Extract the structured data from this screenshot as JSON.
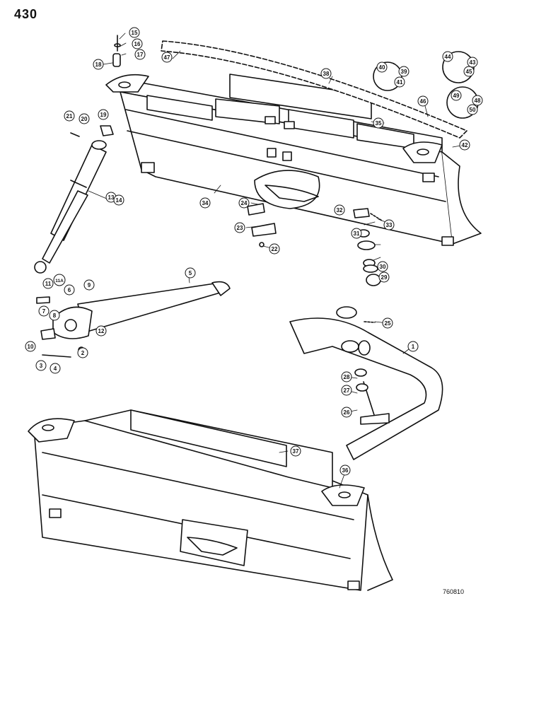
{
  "page_number": "430",
  "figure_id": "760810",
  "callouts": [
    "1",
    "2",
    "3",
    "4",
    "5",
    "6",
    "7",
    "8",
    "9",
    "10",
    "11",
    "11A",
    "12",
    "13",
    "14",
    "15",
    "16",
    "17",
    "18",
    "19",
    "20",
    "21",
    "22",
    "23",
    "24",
    "25",
    "26",
    "27",
    "28",
    "29",
    "30",
    "31",
    "32",
    "33",
    "34",
    "35",
    "36",
    "37",
    "38",
    "39",
    "40",
    "41",
    "42",
    "43",
    "44",
    "45",
    "46",
    "47",
    "48",
    "49",
    "50"
  ]
}
